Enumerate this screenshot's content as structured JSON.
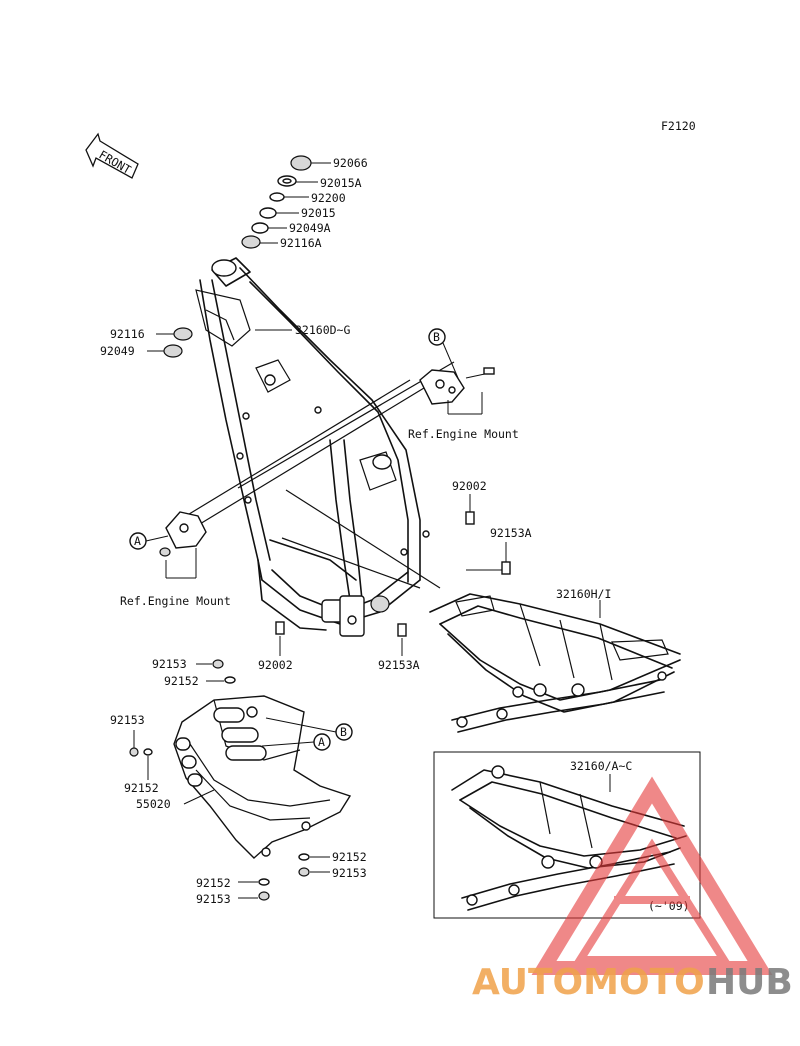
{
  "figure_id": "F2120",
  "front_label": "FRONT",
  "parts": {
    "cap": "92066",
    "nut_top": "92015A",
    "washer_top": "92200",
    "nut_mid": "92015",
    "seal_upper": "92049A",
    "bearing_upper": "92116A",
    "frame_main": "32160D~G",
    "bearing_lower": "92116",
    "seal_lower": "92049",
    "bolt_right_mount": "92002",
    "bolt_subframe_upper": "92153A",
    "subframe": "32160H/I",
    "bolt_left_mount": "92002",
    "bolt_subframe_lower": "92153A",
    "guard_bolt_1": "92153",
    "guard_washer_1": "92152",
    "guard_bolt_2": "92153",
    "guard_washer_2": "92152",
    "skid_plate": "55020",
    "guard_washer_3": "92152",
    "guard_bolt_3": "92153",
    "guard_washer_4": "92152",
    "guard_bolt_4": "92153",
    "subframe_old": "32160/A~C"
  },
  "refs": {
    "engine_mount_b": "Ref.Engine Mount",
    "engine_mount_a": "Ref.Engine Mount"
  },
  "callouts": {
    "a": "A",
    "b": "B",
    "guard_a": "A",
    "guard_b": "B"
  },
  "inset_note": "(~'09)",
  "watermark": {
    "brand_part1": "AUTOMOTO",
    "brand_part2": "HUB",
    "color_orange": "#f0a24a",
    "color_gray": "#7a7a7a",
    "color_red": "#e63a3a"
  }
}
